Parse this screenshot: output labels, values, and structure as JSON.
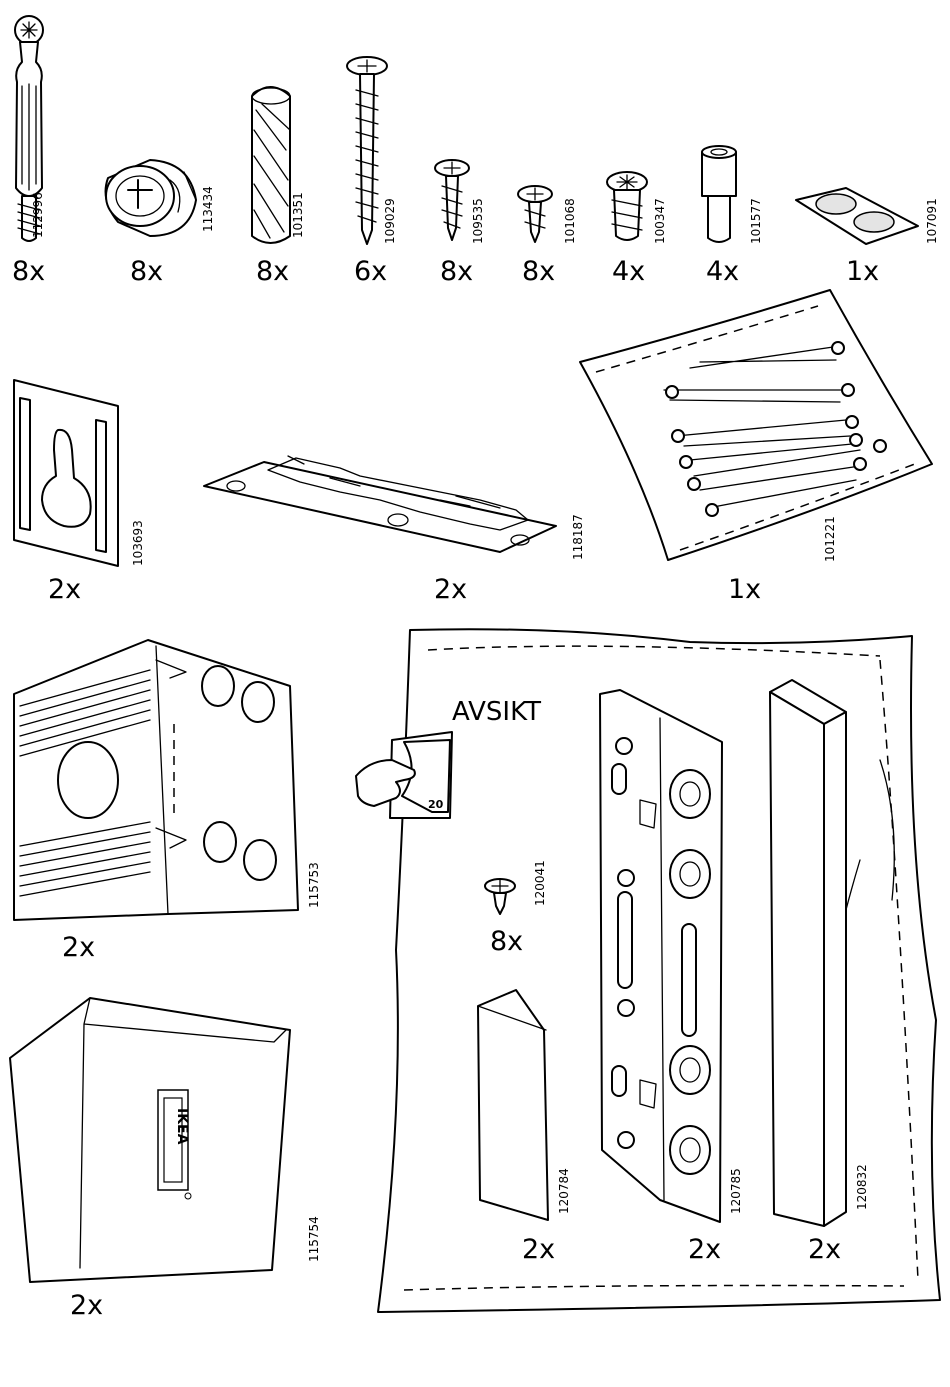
{
  "parts": [
    {
      "id": "p01",
      "code": "112996",
      "quantity": "8x"
    },
    {
      "id": "p02",
      "code": "113434",
      "quantity": "8x"
    },
    {
      "id": "p03",
      "code": "101351",
      "quantity": "8x"
    },
    {
      "id": "p04",
      "code": "109029",
      "quantity": "6x"
    },
    {
      "id": "p05",
      "code": "109535",
      "quantity": "8x"
    },
    {
      "id": "p06",
      "code": "101068",
      "quantity": "8x"
    },
    {
      "id": "p07",
      "code": "100347",
      "quantity": "4x"
    },
    {
      "id": "p08",
      "code": "101577",
      "quantity": "4x"
    },
    {
      "id": "p09",
      "code": "107091",
      "quantity": "1x"
    },
    {
      "id": "p10",
      "code": "103693",
      "quantity": "2x"
    },
    {
      "id": "p11",
      "code": "118187",
      "quantity": "2x"
    },
    {
      "id": "p12",
      "code": "101221",
      "quantity": "1x"
    },
    {
      "id": "p13",
      "code": "115753",
      "quantity": "2x"
    },
    {
      "id": "p14",
      "code": "115754",
      "quantity": "2x"
    },
    {
      "id": "p15",
      "code": "120041",
      "quantity": "8x"
    },
    {
      "id": "p16",
      "code": "120784",
      "quantity": "2x"
    },
    {
      "id": "p17",
      "code": "120785",
      "quantity": "2x"
    },
    {
      "id": "p18",
      "code": "120832",
      "quantity": "2x"
    }
  ],
  "avsikt_bag": {
    "label": "AVSIKT",
    "page_ref": "20"
  },
  "logo_text": "IKEA"
}
